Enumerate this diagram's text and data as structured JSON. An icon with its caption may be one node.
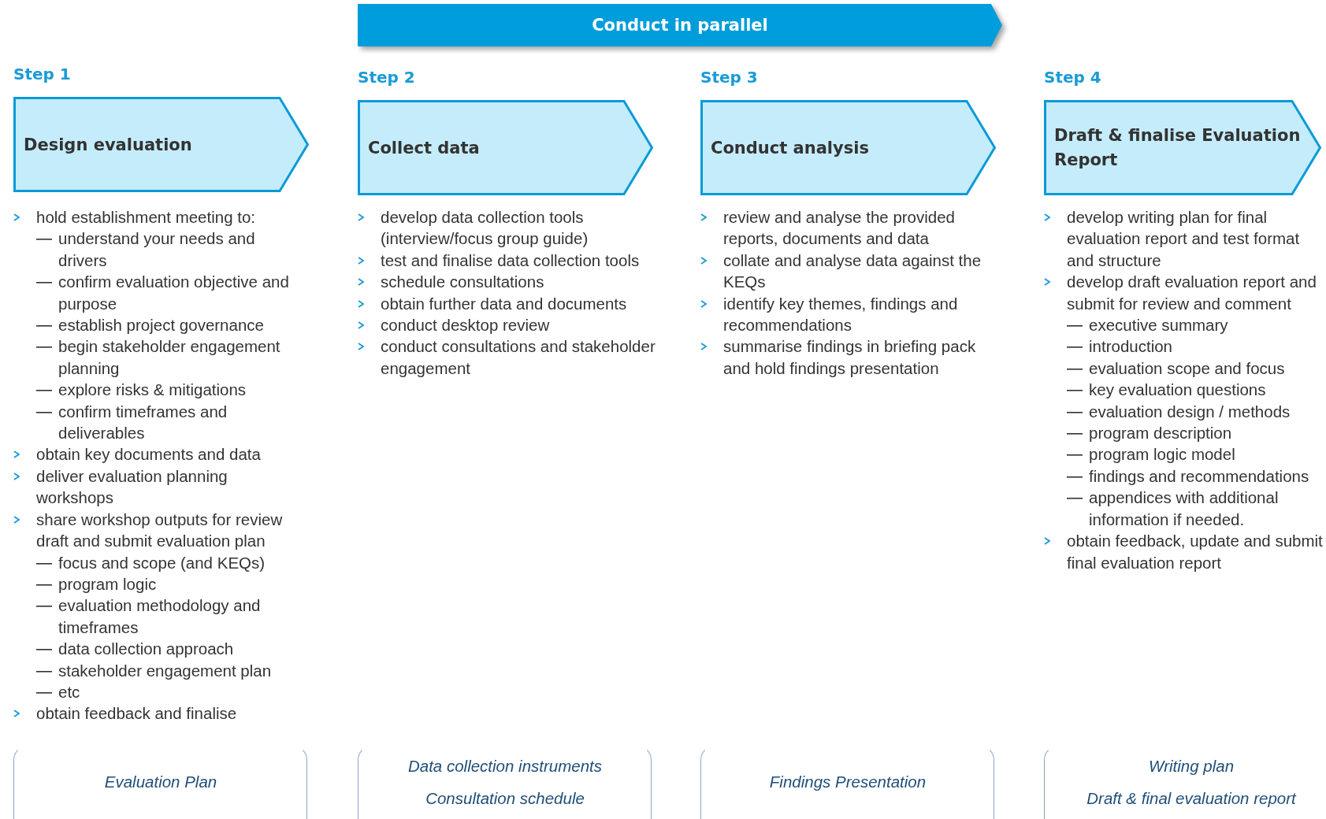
{
  "diagram": {
    "nodes": [
      {
        "text": [
          "Conduct in parallel"
        ]
      },
      {
        "text": [
          "Step 1",
          "Design evaluation"
        ]
      },
      {
        "text": [
          "Step 2",
          "Collect data"
        ]
      },
      {
        "text": [
          "Step 3",
          "Conduct analysis"
        ]
      },
      {
        "text": [
          "Step 4",
          "Draft & finalise  Evaluation Report"
        ]
      },
      {
        "text": [
          "Evaluation Plan"
        ]
      },
      {
        "text": [
          "Data collection instruments",
          "Consultation schedule"
        ]
      },
      {
        "text": [
          "Findings Presentation"
        ]
      },
      {
        "text": [
          "Writing plan",
          "Draft & final evaluation report"
        ]
      }
    ],
    "labels": [
      "hold establishment meeting to:",
      "understand your needs and drivers",
      "confirm evaluation objective and purpose",
      "establish project governance",
      "begin stakeholder engagement planning",
      "explore risks & mitigations",
      "confirm timeframes and deliverables",
      "obtain key documents and data",
      "deliver evaluation planning workshops",
      "share workshop outputs for review",
      "draft and submit evaluation plan",
      "focus and scope (and KEQs)",
      "program logic",
      "evaluation methodology and timeframes",
      "data collection approach",
      "stakeholder engagement plan",
      "etc",
      "obtain feedback and finalise",
      "develop data collection tools (interview/focus group guide)",
      "test and finalise data collection tools",
      "schedule consultations",
      "obtain further data and documents",
      "conduct desktop review",
      "conduct consultations and stakeholder engagement",
      "review and analyse the provided reports, documents and data",
      "collate and analyse data against the KEQs",
      "identify key themes, findings and recommendations",
      "summarise findings in briefing pack and hold findings presentation",
      "develop writing plan for final evaluation report and test format and structure",
      "develop draft evaluation report and submit for review and comment",
      "executive summary",
      "introduction",
      "evaluation scope and focus",
      "key evaluation questions",
      "evaluation design / methods",
      "program description",
      "program logic model",
      "findings and recommendations",
      "appendices with additional information if needed.",
      "obtain feedback, update and submit final evaluation report"
    ]
  }
}
